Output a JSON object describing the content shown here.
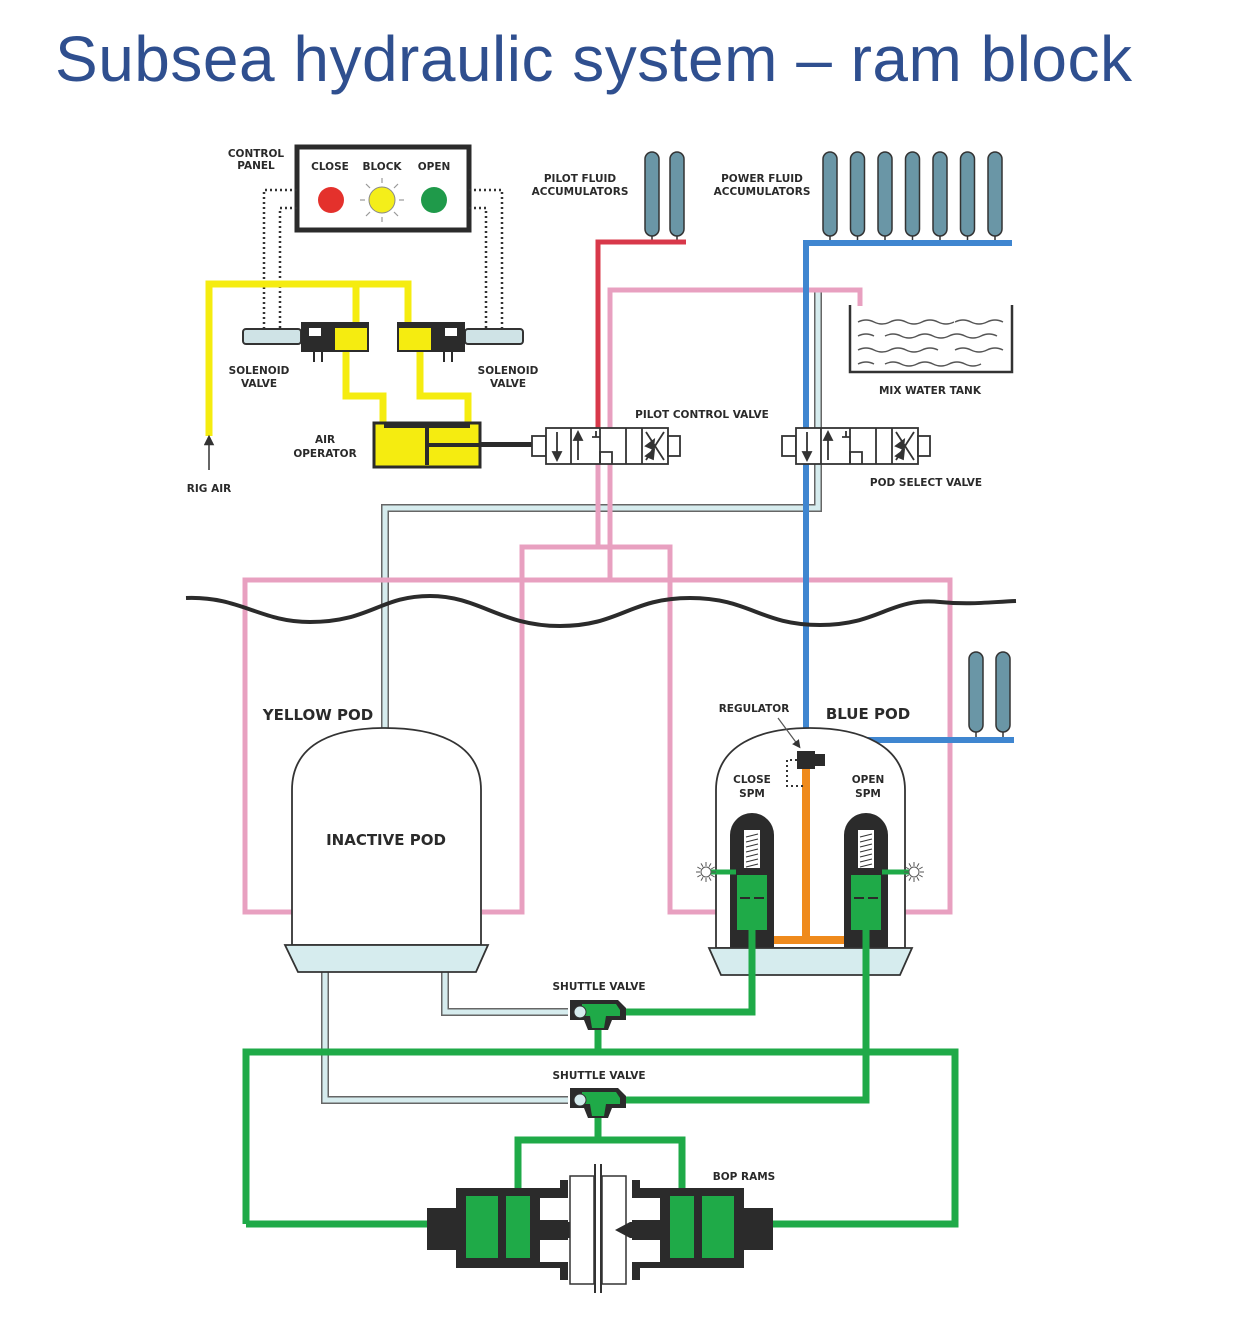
{
  "title": "Subsea hydraulic system – ram block",
  "colors": {
    "title": "#2f4f8f",
    "pilot_supply": "#d8384a",
    "pilot_signal": "#e8a0c0",
    "power_fluid": "#3f86d0",
    "regulated_fluid": "#ef8a1c",
    "rig_air": "#f5ec10",
    "function_fluid": "#1faa48",
    "vent_line": "#d6ecee",
    "accumulator": "#6a96a6",
    "equipment_dark": "#2b2b2b",
    "light_close": "#e4312c",
    "light_block": "#f4ee1a",
    "light_open": "#1f9a4a"
  },
  "labels": {
    "control_panel": [
      "CONTROL",
      "PANEL"
    ],
    "close": "CLOSE",
    "block": "BLOCK",
    "open": "OPEN",
    "pilot_fluid_accumulators": [
      "PILOT FLUID",
      "ACCUMULATORS"
    ],
    "power_fluid_accumulators": [
      "POWER FLUID",
      "ACCUMULATORS"
    ],
    "solenoid_valve_left": [
      "SOLENOID",
      "VALVE"
    ],
    "solenoid_valve_right": [
      "SOLENOID",
      "VALVE"
    ],
    "mix_water_tank": "MIX WATER TANK",
    "pilot_control_valve": "PILOT CONTROL VALVE",
    "air_operator": [
      "AIR",
      "OPERATOR"
    ],
    "rig_air": "RIG AIR",
    "pod_select_valve": "POD SELECT VALVE",
    "yellow_pod": "YELLOW POD",
    "inactive_pod": "INACTIVE POD",
    "regulator": "REGULATOR",
    "blue_pod": "BLUE POD",
    "close_spm": [
      "CLOSE",
      "SPM"
    ],
    "open_spm": [
      "OPEN",
      "SPM"
    ],
    "shuttle_valve_1": "SHUTTLE VALVE",
    "shuttle_valve_2": "SHUTTLE VALVE",
    "bop_rams": "BOP RAMS"
  },
  "components": {
    "control_panel_lights": [
      {
        "name": "close",
        "state": "off"
      },
      {
        "name": "block",
        "state": "lit"
      },
      {
        "name": "open",
        "state": "off"
      }
    ],
    "pilot_accumulator_count": 2,
    "power_accumulator_count": 7,
    "subsea_accumulator_count": 2,
    "active_pod": "BLUE POD",
    "inactive_pod": "YELLOW POD"
  }
}
